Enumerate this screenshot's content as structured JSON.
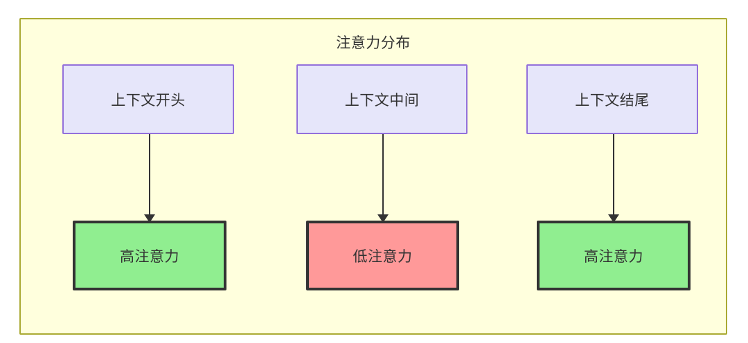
{
  "diagram": {
    "title": "注意力分布",
    "background_color": "#ffffdd",
    "border_color": "#aaaa33",
    "context_nodes": [
      {
        "id": "ctx-start",
        "label": "上下文开头",
        "fill": "#e6e6fa",
        "stroke": "#9370db"
      },
      {
        "id": "ctx-middle",
        "label": "上下文中间",
        "fill": "#e6e6fa",
        "stroke": "#9370db"
      },
      {
        "id": "ctx-end",
        "label": "上下文结尾",
        "fill": "#e6e6fa",
        "stroke": "#9370db"
      }
    ],
    "attention_nodes": [
      {
        "id": "attn-start",
        "label": "高注意力",
        "fill": "#90ee90",
        "stroke": "#333333"
      },
      {
        "id": "attn-middle",
        "label": "低注意力",
        "fill": "#ff9999",
        "stroke": "#333333"
      },
      {
        "id": "attn-end",
        "label": "高注意力",
        "fill": "#90ee90",
        "stroke": "#333333"
      }
    ],
    "edges": [
      {
        "from": "上下文开头",
        "to": "高注意力"
      },
      {
        "from": "上下文中间",
        "to": "低注意力"
      },
      {
        "from": "上下文结尾",
        "to": "高注意力"
      }
    ]
  }
}
